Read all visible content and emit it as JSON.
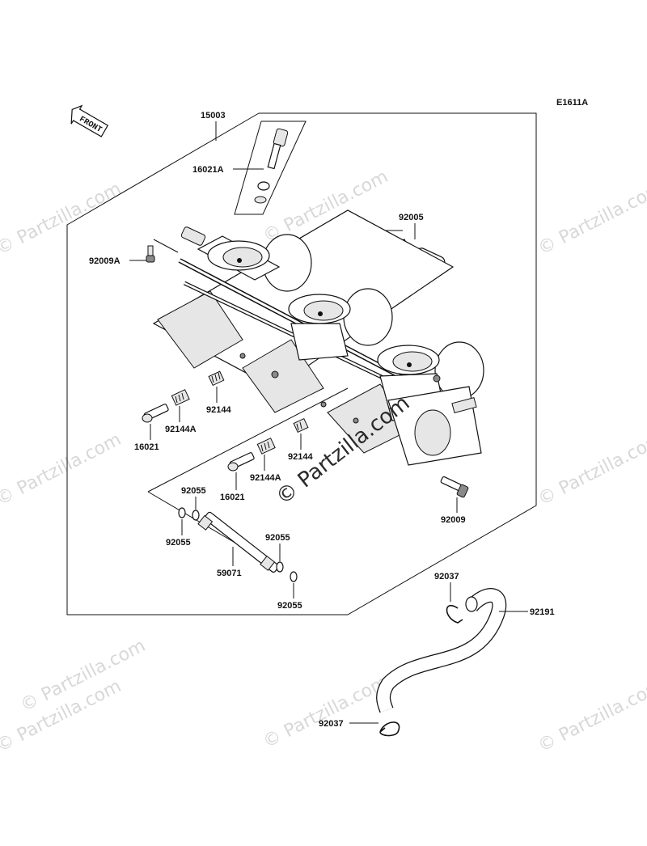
{
  "diagram": {
    "code": "E1611A",
    "front_marker": "FRONT",
    "watermarks": [
      "© Partzilla.com",
      "© Partzilla.com",
      "© Partzilla.com",
      "© Partzilla.com",
      "© Partzilla.com",
      "© Partzilla.com",
      "© Partzilla.com",
      "© Partzilla.com",
      "© Partzilla.com"
    ],
    "watermark_center": "© Partzilla.com",
    "labels": {
      "p15003": "15003",
      "p16021A": "16021A",
      "p92009A": "92009A",
      "p92005": "92005",
      "p92144_a": "92144",
      "p92144A_a": "92144A",
      "p16021_a": "16021",
      "p92144_b": "92144",
      "p92144A_b": "92144A",
      "p16021_b": "16021",
      "p92055_a": "92055",
      "p92055_b": "92055",
      "p59071": "59071",
      "p92055_c": "92055",
      "p92055_d": "92055",
      "p92009": "92009",
      "p92037_a": "92037",
      "p92191": "92191",
      "p92037_b": "92037"
    }
  }
}
